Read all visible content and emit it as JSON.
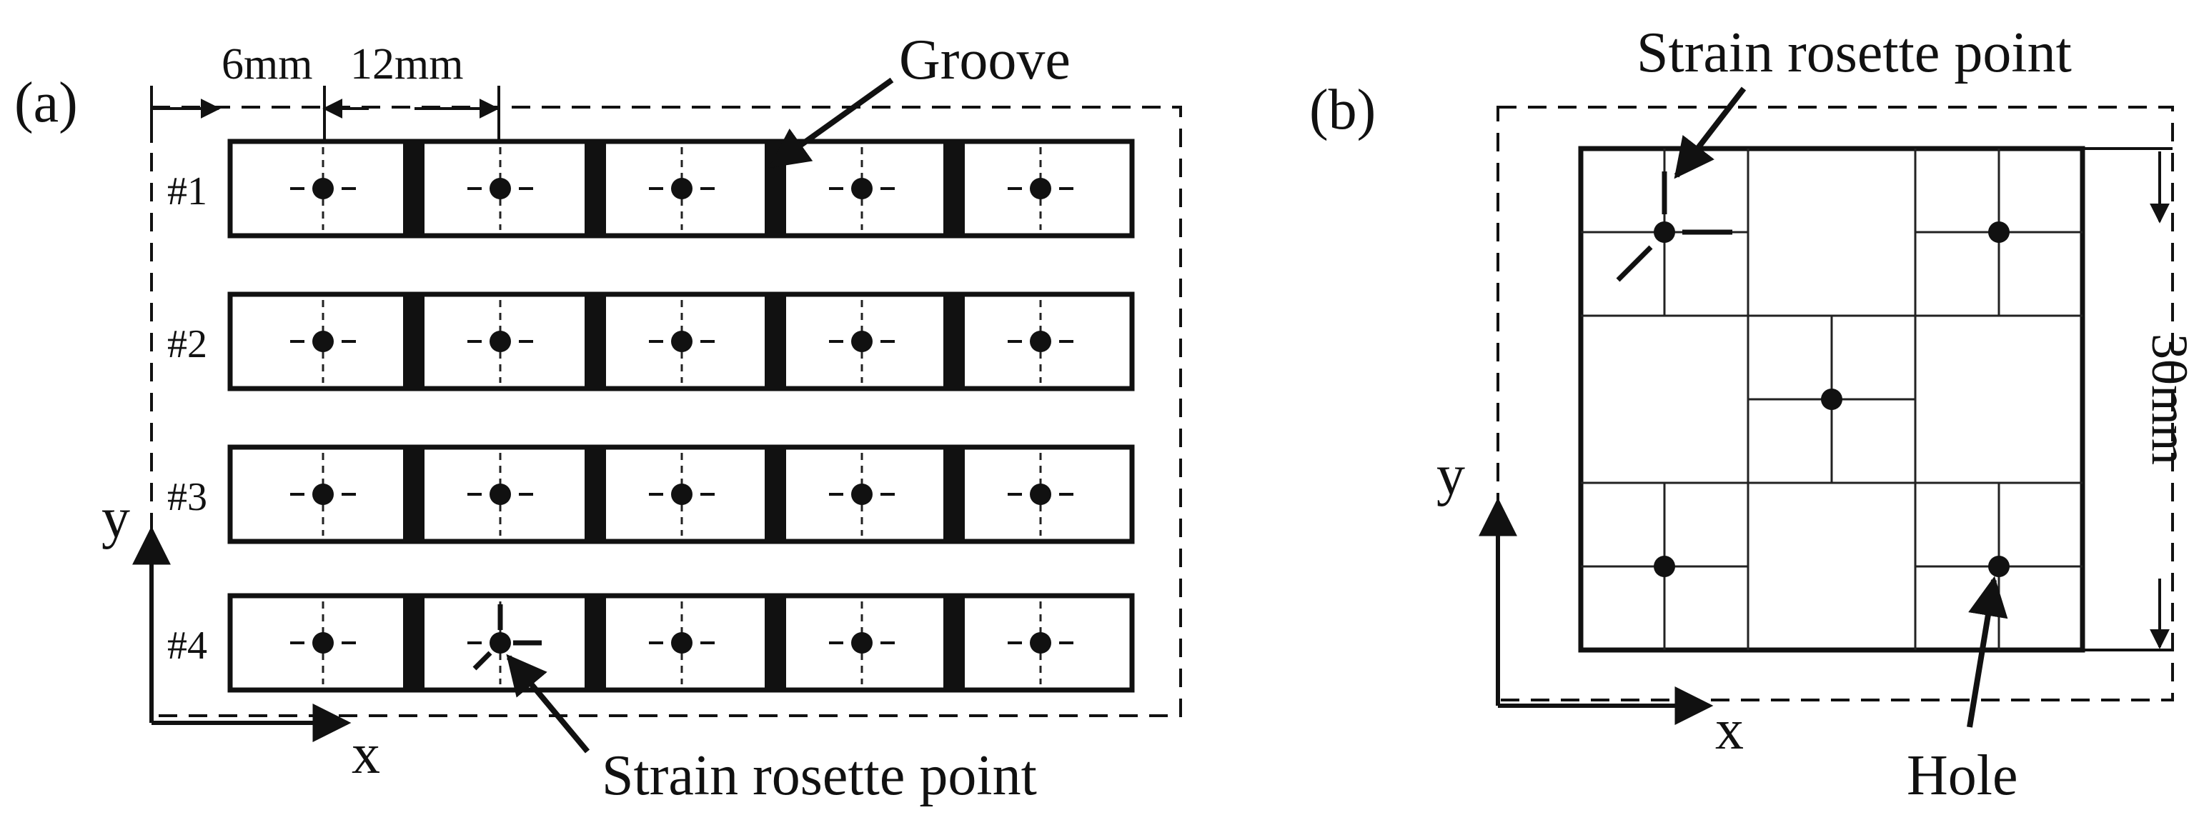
{
  "panel_a": {
    "label": "(a)",
    "dim_left": "6mm",
    "dim_right": "12mm",
    "rows": [
      {
        "label": "#1"
      },
      {
        "label": "#2"
      },
      {
        "label": "#3"
      },
      {
        "label": "#4"
      }
    ],
    "callout_groove": "Groove",
    "callout_rosette": "Strain rosette point",
    "axis_x": "x",
    "axis_y": "y"
  },
  "panel_b": {
    "label": "(b)",
    "callout_rosette": "Strain rosette point",
    "callout_hole": "Hole",
    "dim_vertical": "30mm",
    "axis_x": "x",
    "axis_y": "y"
  },
  "colors": {
    "ink": "#111111",
    "background": "#ffffff"
  }
}
